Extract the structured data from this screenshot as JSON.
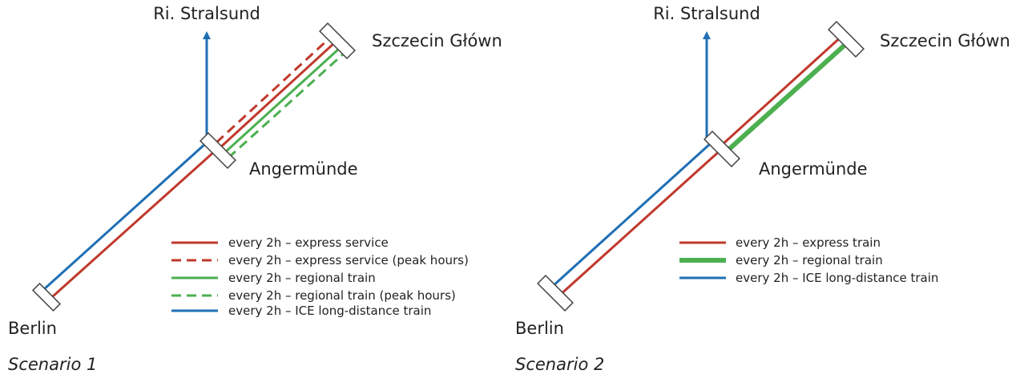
{
  "colors": {
    "express": "#c0392b",
    "regional": "#4caf50",
    "ice": "#1f6fb5",
    "platform_stroke": "#444444",
    "text": "#222222"
  },
  "scenario1": {
    "caption": "Scenario 1",
    "stations": {
      "stralsund": "Ri. Stralsund",
      "szczecin": "Szczecin Główn",
      "angermuende": "Angermünde",
      "berlin": "Berlin"
    },
    "legend": [
      {
        "label": "every 2h – express service",
        "line": "express",
        "style": "solid"
      },
      {
        "label": "every 2h – express service (peak hours)",
        "line": "express",
        "style": "dashed"
      },
      {
        "label": "every 2h – regional train",
        "line": "regional",
        "style": "solid"
      },
      {
        "label": "every 2h – regional train (peak hours)",
        "line": "regional",
        "style": "dashed"
      },
      {
        "label": "every 2h – ICE long-distance train",
        "line": "ice",
        "style": "solid"
      }
    ]
  },
  "scenario2": {
    "caption": "Scenario 2",
    "stations": {
      "stralsund": "Ri. Stralsund",
      "szczecin": "Szczecin Główn",
      "angermuende": "Angermünde",
      "berlin": "Berlin"
    },
    "legend": [
      {
        "label": "every 2h – express train",
        "line": "express",
        "style": "solid"
      },
      {
        "label": "every 2h – regional train",
        "line": "regional",
        "style": "thick"
      },
      {
        "label": "every 2h – ICE long-distance train",
        "line": "ice",
        "style": "solid"
      }
    ]
  }
}
